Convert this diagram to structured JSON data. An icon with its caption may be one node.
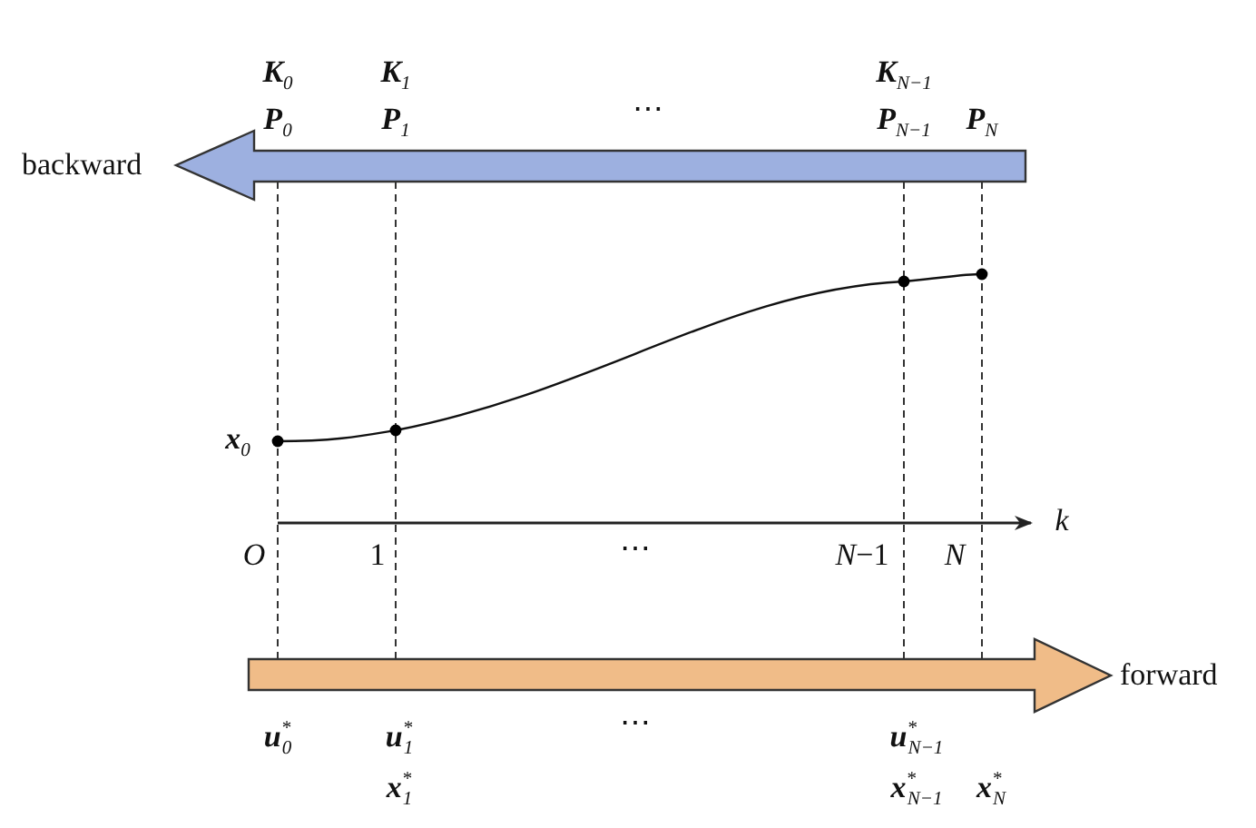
{
  "diagram": {
    "nodes": [
      {
        "text": [
          "backward"
        ]
      },
      {
        "text": [
          "forward"
        ]
      }
    ],
    "labels": [
      "**K**$_{0}$",
      "**K**$_{1}$",
      "**K**$_{N−1}$",
      "**P**$_{0}$",
      "**P**$_{1}$",
      "⋯",
      "**P**$_{N−1}$",
      "**P**$_{N}$",
      "**x**$_{0}$",
      "k",
      "O",
      "1",
      "⋯",
      "*N*−1",
      "N",
      "**u**$^{*}$$_{0}$",
      "**u**$^{*}$$_{1}$",
      "⋯",
      "**u**$^{*}$$_{N−1}$",
      "**x**$^{*}$$_{1}$",
      "**x**$^{*}$$_{N−1}$",
      "**x**$^{*}$$_{N}$"
    ]
  }
}
